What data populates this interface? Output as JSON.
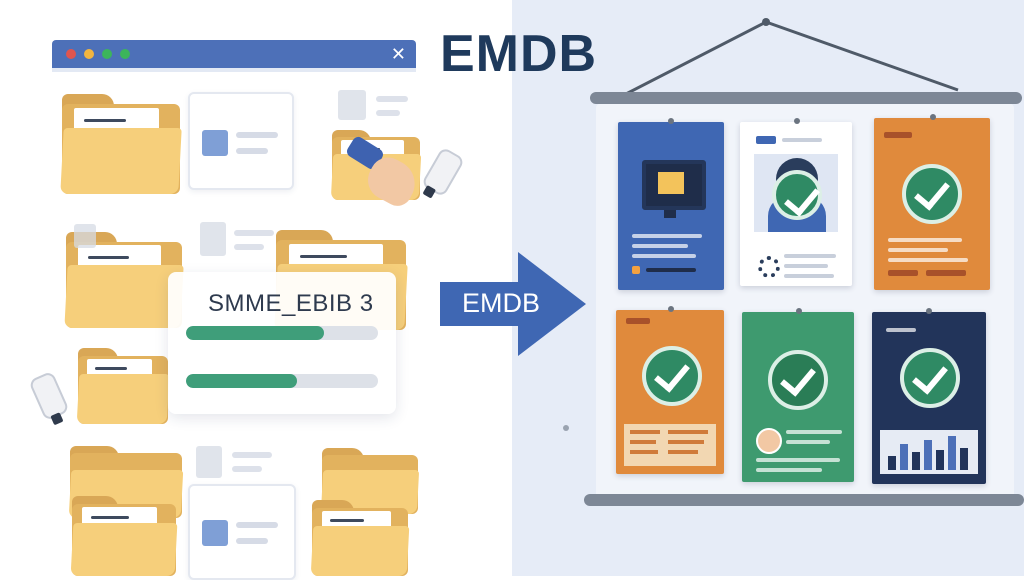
{
  "header": {
    "title": "EMDB"
  },
  "window": {
    "close_symbol": "✕",
    "dot_colors": [
      "#e0554f",
      "#f2b540",
      "#3cb55b",
      "#3cb55b"
    ]
  },
  "progress_panel": {
    "label": "SMME_EBIB 3",
    "bars": [
      0.72,
      0.58
    ]
  },
  "arrow": {
    "label": "EMDB"
  },
  "colors": {
    "accent": "#4d70b8",
    "success": "#2f8a64",
    "folder": "#f6cf7b"
  }
}
